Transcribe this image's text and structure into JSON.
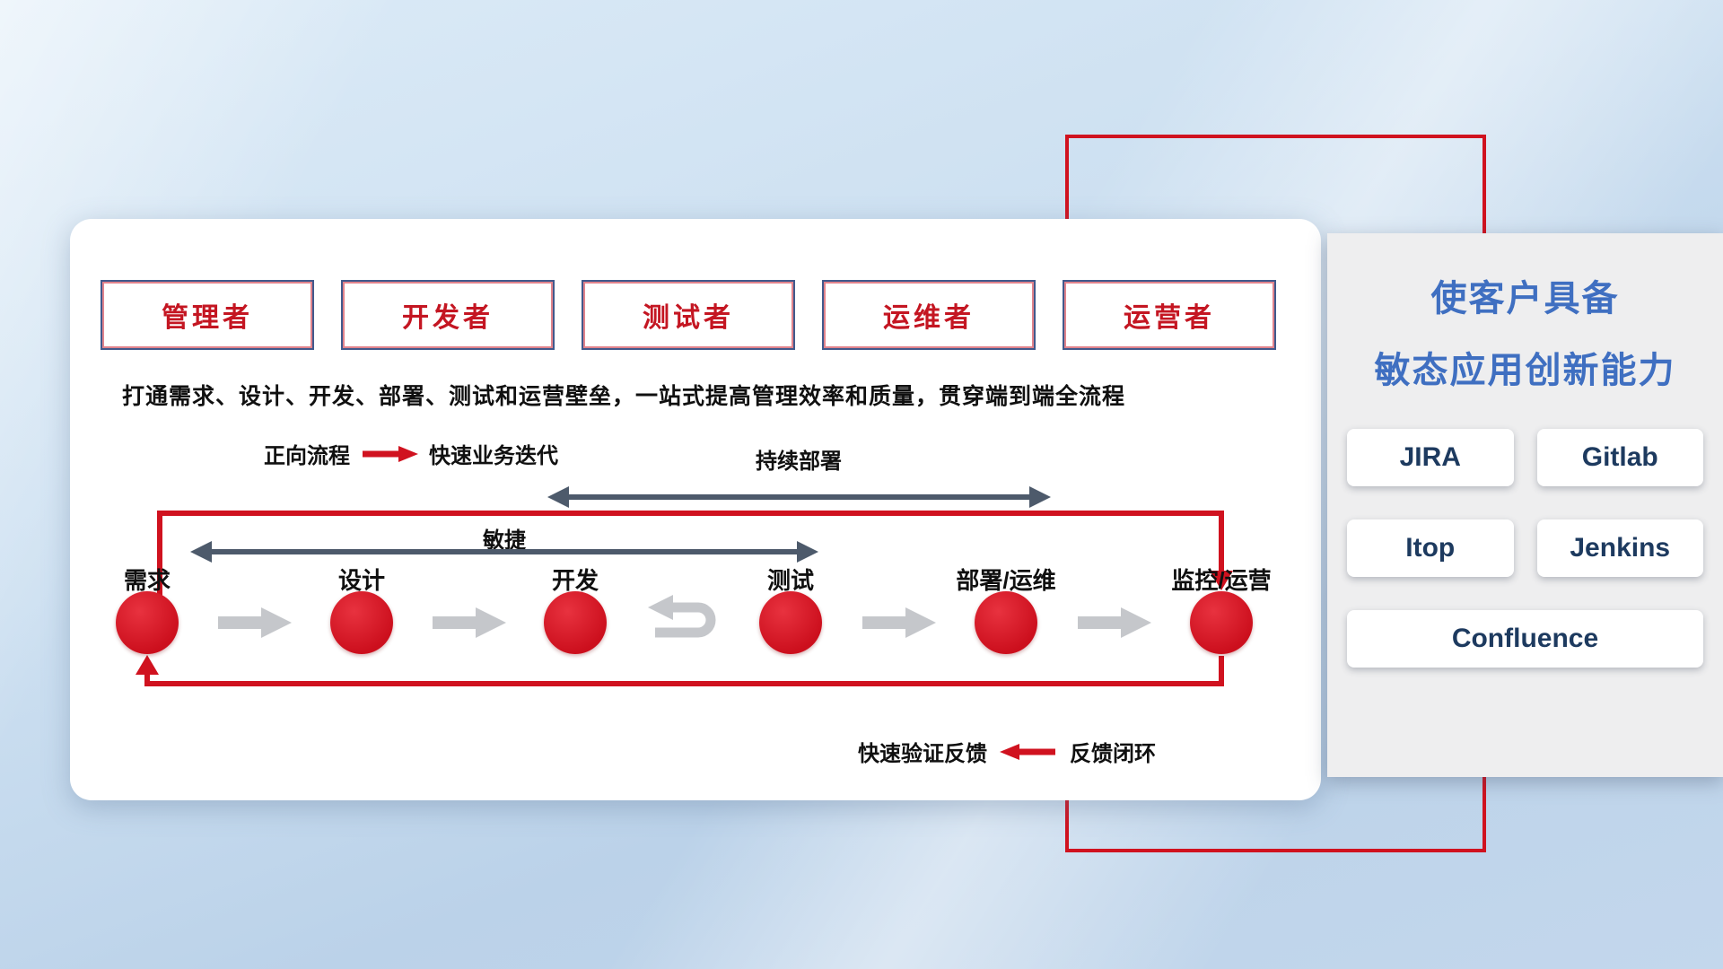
{
  "roles": [
    {
      "label": "管理者"
    },
    {
      "label": "开发者"
    },
    {
      "label": "测试者"
    },
    {
      "label": "运维者"
    },
    {
      "label": "运营者"
    }
  ],
  "subtitle": "打通需求、设计、开发、部署、测试和运营壁垒，一站式提高管理效率和质量，贯穿端到端全流程",
  "legend_forward": {
    "name": "正向流程",
    "desc": "快速业务迭代"
  },
  "legend_feedback": {
    "desc": "快速验证反馈",
    "name": "反馈闭环"
  },
  "flow": {
    "agile_label": "敏捷",
    "continuous_deploy_label": "持续部署",
    "stages": [
      {
        "label": "需求"
      },
      {
        "label": "设计"
      },
      {
        "label": "开发"
      },
      {
        "label": "测试"
      },
      {
        "label": "部署/运维"
      },
      {
        "label": "监控/运营"
      }
    ]
  },
  "panel": {
    "title_line1": "使客户具备",
    "title_line2": "敏态应用创新能力",
    "tools": [
      "JIRA",
      "Gitlab",
      "Itop",
      "Jenkins",
      "Confluence"
    ]
  },
  "colors": {
    "brand_red": "#d0121f",
    "dark_arrow": "#4d5a6b",
    "gray_arrow": "#c5c7cb",
    "title_blue": "#3f6fc1",
    "tool_text": "#1d3a5f"
  }
}
